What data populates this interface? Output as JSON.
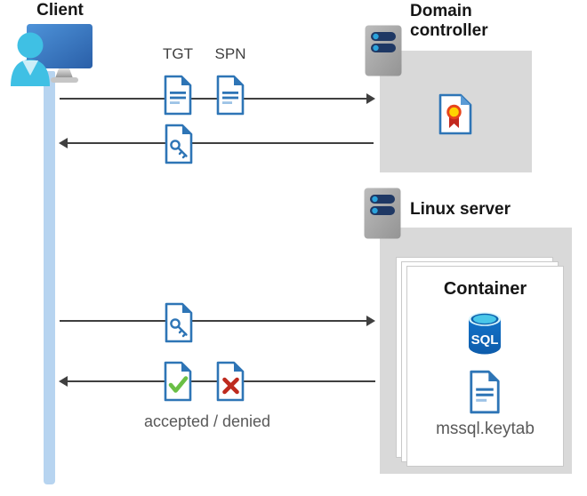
{
  "diagram": {
    "client": {
      "label": "Client"
    },
    "tickets": {
      "tgt_label": "TGT",
      "spn_label": "SPN"
    },
    "domain_controller": {
      "label": "Domain controller"
    },
    "linux_server": {
      "label": "Linux server"
    },
    "container": {
      "label": "Container",
      "sql_badge": "SQL",
      "keytab_label": "mssql.keytab"
    },
    "result_label": "accepted / denied",
    "icons": [
      "client-computer-icon",
      "server-icon",
      "ticket-document-icon",
      "key-ticket-icon",
      "certificate-icon",
      "accepted-document-icon",
      "denied-document-icon",
      "sql-database-icon",
      "keytab-document-icon"
    ]
  },
  "colors": {
    "doc_blue": "#2e75b6",
    "doc_line_light": "#9dc3e6",
    "lifeline_blue": "#b7d4f0",
    "arrow_gray": "#3f3f3f",
    "zone_gray": "#d9d9d9",
    "server_gray": "#a6a6a6",
    "server_bar_navy": "#1f3864",
    "server_dot_blue": "#2ba3dc",
    "check_green": "#6abf45",
    "cross_red": "#be2a1e",
    "sql_body_blue": "#0f6ec6",
    "sql_top_cyan": "#49c7e9",
    "cert_ring_orange": "#e8441b",
    "cert_center_yellow": "#ffd400",
    "cert_ribbon_red": "#c3281e",
    "person_cyan": "#3fc0e4",
    "title_text": "#161616",
    "gray_text": "#595959"
  }
}
